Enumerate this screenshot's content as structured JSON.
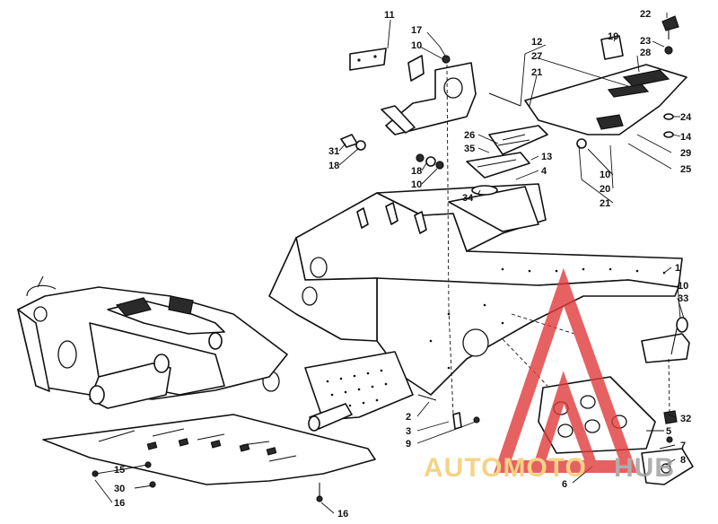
{
  "diagram": {
    "callouts": [
      "1",
      "2",
      "3",
      "4",
      "5",
      "6",
      "7",
      "8",
      "9",
      "10",
      "11",
      "12",
      "13",
      "14",
      "15",
      "16",
      "17",
      "18",
      "19",
      "20",
      "21",
      "22",
      "23",
      "24",
      "25",
      "26",
      "27",
      "28",
      "29",
      "30",
      "31",
      "32",
      "33",
      "34",
      "35"
    ],
    "labels": {
      "l11": "11",
      "l17": "17",
      "l10a": "10",
      "l19": "19",
      "l22": "22",
      "l23": "23",
      "l12": "12",
      "l27": "27",
      "l28": "28",
      "l21a": "21",
      "l24": "24",
      "l14": "14",
      "l29": "29",
      "l25": "25",
      "l10b": "10",
      "l20": "20",
      "l21b": "21",
      "l26": "26",
      "l35": "35",
      "l13": "13",
      "l4": "4",
      "l34": "34",
      "l31": "31",
      "l18a": "18",
      "l18b": "18",
      "l10c": "10",
      "l1": "1",
      "l10d": "10",
      "l33": "33",
      "l32": "32",
      "l5": "5",
      "l7": "7",
      "l8": "8",
      "l6": "6",
      "l2": "2",
      "l3": "3",
      "l9": "9",
      "l15": "15",
      "l30": "30",
      "l16a": "16",
      "l16b": "16"
    }
  },
  "watermark": {
    "word_a": "AUTOMOTO",
    "word_b": "HUB",
    "colors": {
      "triangle": "#e03a3a",
      "word_a": "#f2c96a",
      "word_b": "#9a9a9a"
    }
  }
}
